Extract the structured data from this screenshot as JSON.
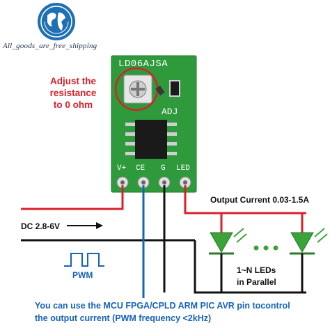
{
  "shop_tag": "All_goods_are_free_shipping",
  "pcb": {
    "model": "LD06AJSA",
    "adj_label": "ADJ",
    "pins": [
      "V+",
      "CE",
      "G",
      "LED"
    ]
  },
  "callout": {
    "line1": "Adjust the",
    "line2": "resistance",
    "line3": "to 0 ohm"
  },
  "labels": {
    "output_current": "Output Current 0.03-1.5A",
    "dc_input": "DC 2.8-6V",
    "pwm": "PWM",
    "leds_line1": "1~N LEDs",
    "leds_line2": "in Parallel"
  },
  "note": {
    "line1": "You can use the MCU FPGA/CPLD ARM PIC AVR pin tocontrol",
    "line2": "the output current (PWM frequency <2kHz)"
  },
  "colors": {
    "wire_positive": "#d8202a",
    "wire_ground": "#111111",
    "wire_pwm": "#1763b8",
    "pcb_green": "#2f9a3c",
    "led_green": "#3aa33a"
  }
}
